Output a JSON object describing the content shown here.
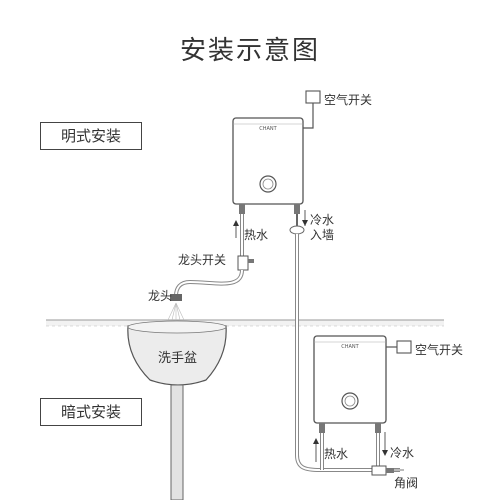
{
  "title": "安装示意图",
  "sections": {
    "exposed": "明式安装",
    "concealed": "暗式安装"
  },
  "labels": {
    "air_switch_top": "空气开关",
    "cold_water_inlet_line1": "冷水",
    "cold_water_inlet_line2": "入墙",
    "hot_water_top": "热水",
    "faucet_switch": "龙头开关",
    "faucet": "龙头",
    "basin": "洗手盆",
    "air_switch_bottom": "空气开关",
    "hot_water_bottom": "热水",
    "cold_water_bottom": "冷水",
    "angle_valve": "角阀"
  },
  "heater_brand": "CHANT",
  "colors": {
    "line": "#888888",
    "dark": "#444444",
    "shade": "#e8e8e8",
    "text": "#333333"
  }
}
